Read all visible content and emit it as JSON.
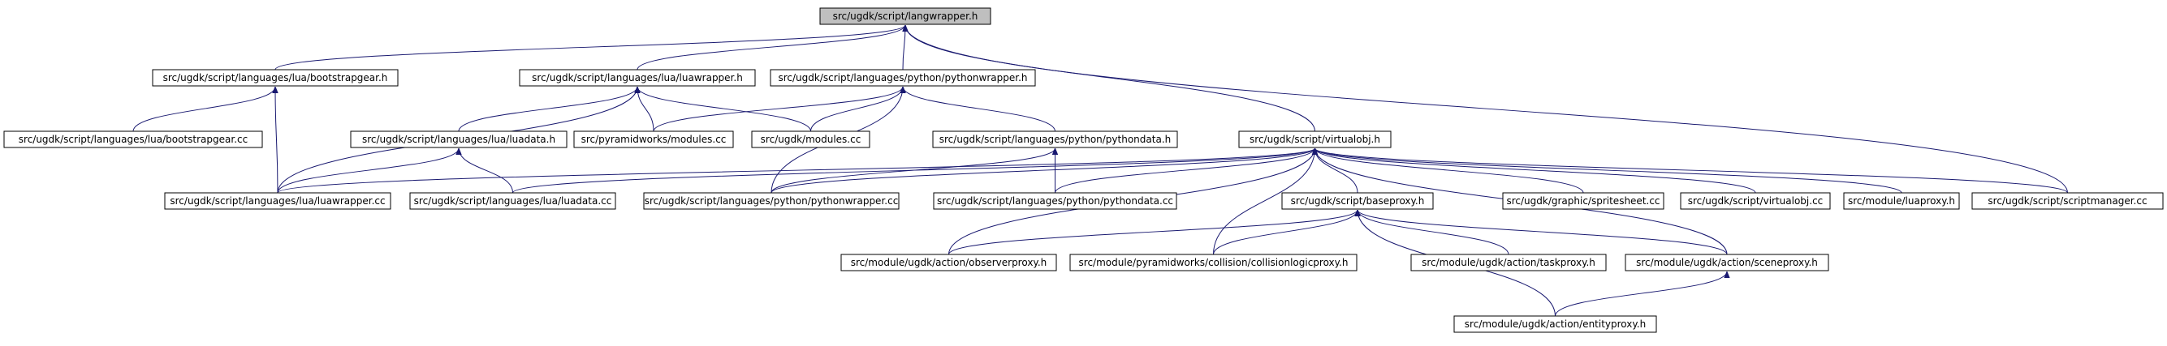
{
  "graph": {
    "edge_color": "#191970",
    "root_fill": "#bfbfbf",
    "nodes": [
      {
        "id": "root",
        "label": "src/ugdk/script/langwrapper.h",
        "root": true
      },
      {
        "id": "bootstrapgear_h",
        "label": "src/ugdk/script/languages/lua/bootstrapgear.h"
      },
      {
        "id": "luawrapper_h",
        "label": "src/ugdk/script/languages/lua/luawrapper.h"
      },
      {
        "id": "pythonwrapper_h",
        "label": "src/ugdk/script/languages/python/pythonwrapper.h"
      },
      {
        "id": "bootstrapgear_cc",
        "label": "src/ugdk/script/languages/lua/bootstrapgear.cc"
      },
      {
        "id": "luadata_h",
        "label": "src/ugdk/script/languages/lua/luadata.h"
      },
      {
        "id": "pw_modules_cc",
        "label": "src/pyramidworks/modules.cc"
      },
      {
        "id": "ugdk_modules_cc",
        "label": "src/ugdk/modules.cc"
      },
      {
        "id": "pythondata_h",
        "label": "src/ugdk/script/languages/python/pythondata.h"
      },
      {
        "id": "virtualobj_h",
        "label": "src/ugdk/script/virtualobj.h"
      },
      {
        "id": "luawrapper_cc",
        "label": "src/ugdk/script/languages/lua/luawrapper.cc"
      },
      {
        "id": "luadata_cc",
        "label": "src/ugdk/script/languages/lua/luadata.cc"
      },
      {
        "id": "pythonwrapper_cc",
        "label": "src/ugdk/script/languages/python/pythonwrapper.cc"
      },
      {
        "id": "pythondata_cc",
        "label": "src/ugdk/script/languages/python/pythondata.cc"
      },
      {
        "id": "baseproxy_h",
        "label": "src/ugdk/script/baseproxy.h"
      },
      {
        "id": "spritesheet_cc",
        "label": "src/ugdk/graphic/spritesheet.cc"
      },
      {
        "id": "virtualobj_cc",
        "label": "src/ugdk/script/virtualobj.cc"
      },
      {
        "id": "luaproxy_h",
        "label": "src/module/luaproxy.h"
      },
      {
        "id": "scriptmanager_cc",
        "label": "src/ugdk/script/scriptmanager.cc"
      },
      {
        "id": "observerproxy_h",
        "label": "src/module/ugdk/action/observerproxy.h"
      },
      {
        "id": "collisionlogicproxy_h",
        "label": "src/module/pyramidworks/collision/collisionlogicproxy.h"
      },
      {
        "id": "taskproxy_h",
        "label": "src/module/ugdk/action/taskproxy.h"
      },
      {
        "id": "sceneproxy_h",
        "label": "src/module/ugdk/action/sceneproxy.h"
      },
      {
        "id": "entityproxy_h",
        "label": "src/module/ugdk/action/entityproxy.h"
      }
    ],
    "edges": [
      [
        "bootstrapgear_h",
        "root"
      ],
      [
        "luawrapper_h",
        "root"
      ],
      [
        "pythonwrapper_h",
        "root"
      ],
      [
        "virtualobj_h",
        "root"
      ],
      [
        "scriptmanager_cc",
        "root"
      ],
      [
        "bootstrapgear_cc",
        "bootstrapgear_h"
      ],
      [
        "luawrapper_cc",
        "bootstrapgear_h"
      ],
      [
        "luawrapper_cc",
        "luawrapper_h"
      ],
      [
        "luadata_h",
        "luawrapper_h"
      ],
      [
        "pw_modules_cc",
        "luawrapper_h"
      ],
      [
        "ugdk_modules_cc",
        "luawrapper_h"
      ],
      [
        "pw_modules_cc",
        "pythonwrapper_h"
      ],
      [
        "ugdk_modules_cc",
        "pythonwrapper_h"
      ],
      [
        "pythondata_h",
        "pythonwrapper_h"
      ],
      [
        "pythonwrapper_cc",
        "pythonwrapper_h"
      ],
      [
        "luawrapper_cc",
        "luadata_h"
      ],
      [
        "luadata_cc",
        "luadata_h"
      ],
      [
        "pythonwrapper_cc",
        "pythondata_h"
      ],
      [
        "pythondata_cc",
        "pythondata_h"
      ],
      [
        "luawrapper_cc",
        "virtualobj_h"
      ],
      [
        "luadata_cc",
        "virtualobj_h"
      ],
      [
        "pythonwrapper_cc",
        "virtualobj_h"
      ],
      [
        "pythondata_cc",
        "virtualobj_h"
      ],
      [
        "baseproxy_h",
        "virtualobj_h"
      ],
      [
        "spritesheet_cc",
        "virtualobj_h"
      ],
      [
        "virtualobj_cc",
        "virtualobj_h"
      ],
      [
        "luaproxy_h",
        "virtualobj_h"
      ],
      [
        "scriptmanager_cc",
        "virtualobj_h"
      ],
      [
        "observerproxy_h",
        "virtualobj_h"
      ],
      [
        "collisionlogicproxy_h",
        "virtualobj_h"
      ],
      [
        "sceneproxy_h",
        "virtualobj_h"
      ],
      [
        "observerproxy_h",
        "baseproxy_h"
      ],
      [
        "collisionlogicproxy_h",
        "baseproxy_h"
      ],
      [
        "taskproxy_h",
        "baseproxy_h"
      ],
      [
        "sceneproxy_h",
        "baseproxy_h"
      ],
      [
        "entityproxy_h",
        "baseproxy_h"
      ],
      [
        "entityproxy_h",
        "sceneproxy_h"
      ]
    ]
  }
}
